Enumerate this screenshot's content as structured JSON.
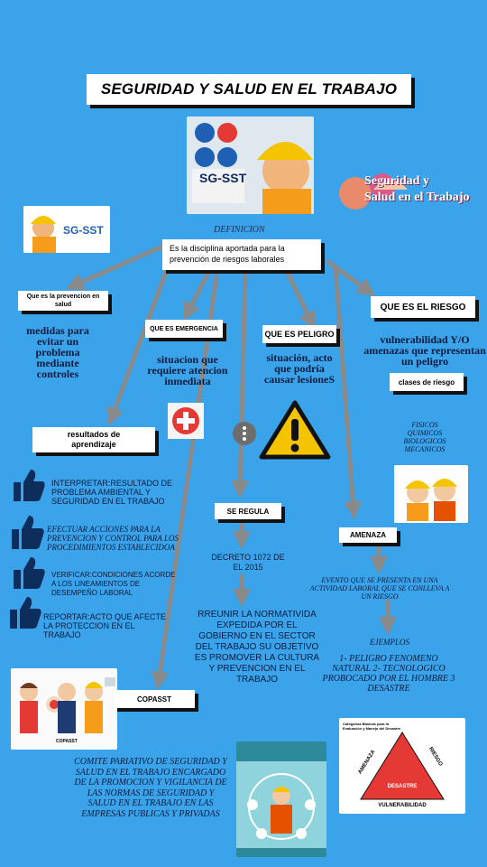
{
  "title": "SEGURIDAD Y SALUD EN EL TRABAJO",
  "logo_text": "SG-SST",
  "logo_secondary": "Seguridad y\nSalud en el Trabajo",
  "definition": {
    "label": "DEFINICION",
    "text": "Es la disciplina aportada para la prevención de riesgos laborales"
  },
  "prevencion": {
    "header": "Que es la prevencion en salud",
    "text": "medidas para evitar un problema mediante controles"
  },
  "emergencia": {
    "header": "QUE ES EMERGENCIA",
    "text": "situacion que requiere atencion inmediata"
  },
  "peligro": {
    "header": "QUE ES PELIGRO",
    "text": "situación, acto que podría causar lesioneS"
  },
  "riesgo": {
    "header": "QUE ES EL RIESGO",
    "text": "vulnerabilidad Y/O amenazas que representan un peligro",
    "clases_header": "clases de riesgo",
    "clases_text": "FISICOS QUIMICOS BIOLOGICOS MECANICOS"
  },
  "resultados": {
    "header": "resultados de aprendizaje",
    "items": [
      "INTERPRETAR:RESULTADO DE PROBLEMA AMBIENTAL Y SEGURIDAD EN EL TRABAJO",
      "EFECTUAR ACCIONES PARA LA PREVENCION Y CONTROL PARA LOS PROCEDIMIENTOS ESTABLECIDOA",
      "VERIFICAR:CONDICIONES ACORDE A LOS LINEAMIENTOS DE DESEMPEÑO LABORAL",
      "REPORTAR:ACTO QUE AFECTE LA PROTECCION EN EL TRABAJO"
    ]
  },
  "regula": {
    "header": "SE REGULA",
    "decreto": "DECRETO 1072 DE EL 2015",
    "text": "RREUNIR LA NORMATIVIDA EXPEDIDA POR EL GOBIERNO EN EL SECTOR DEL TRABAJO SU OBJETIVO ES PROMOVER LA CULTURA Y PREVENCION EN EL TRABAJO"
  },
  "amenaza": {
    "header": "AMENAZA",
    "text": "EVENTO QUE SE PRESENTA EN UNA ACTIVIDAD LABORAL QUE SE CONLLEVA A UN RIESGO",
    "ejemplos_label": "EJEMPLOS",
    "ejemplos_text": "1- PELIGRO FENOMENO NATURAL 2- TECNOLOGICO PROBOCADO POR EL HOMBRE 3 DESASTRE"
  },
  "copasst": {
    "header": "COPASST",
    "image_label": "COPASST",
    "text": "COMITE PARIATIVO DE SEGURIDAD Y SALUD EN EL TRABAJO ENCARGADO DE LA PROMOCION Y VIGILANCIA DE LAS NORMAS DE SEGURIDAD Y SALUD EN EL TRABAJO EN LAS EMPRESAS PUBLICAS Y PRIVADAS"
  },
  "triangle": {
    "caption": "Categorías Básicas para la Evaluación y Manejo del Desastre",
    "left": "AMENAZA",
    "right": "RIESGO",
    "center": "DESASTRE",
    "bottom": "VULNERABILIDAD"
  },
  "icons": [
    "thumbs-up-icon",
    "first-aid-icon",
    "warning-icon",
    "more-icon",
    "arrow-icon"
  ],
  "colors": {
    "background": "#3aa3ea",
    "arrow": "#8e8e8e",
    "first_aid": "#e53935",
    "warning": "#f5c400"
  }
}
